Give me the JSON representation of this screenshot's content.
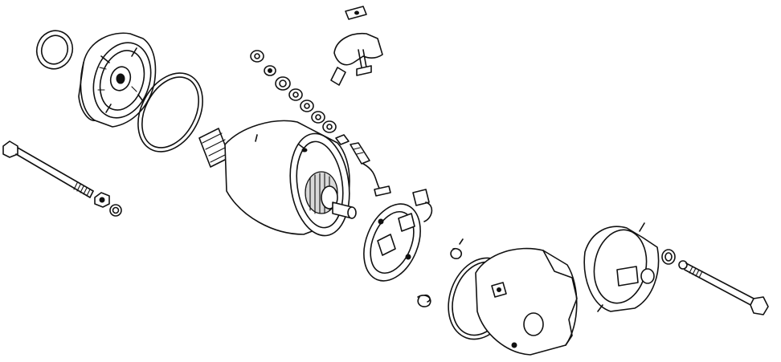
{
  "diagram": {
    "style": "exploded-view line drawing",
    "background": "#ffffff",
    "ink": "#111111",
    "parts": [
      "o-ring-small",
      "front-bracket",
      "o-ring-large",
      "long-bolt-left",
      "nut-left",
      "washer-left",
      "armature-housing",
      "insulator-washers",
      "terminal-bolt",
      "brush-spring-clip",
      "brush-lead",
      "brush-holder-plate",
      "spring-small",
      "spring-lower",
      "o-ring-rear",
      "motor-case",
      "rear-cover",
      "seal-washer-right",
      "long-bolt-right"
    ]
  }
}
